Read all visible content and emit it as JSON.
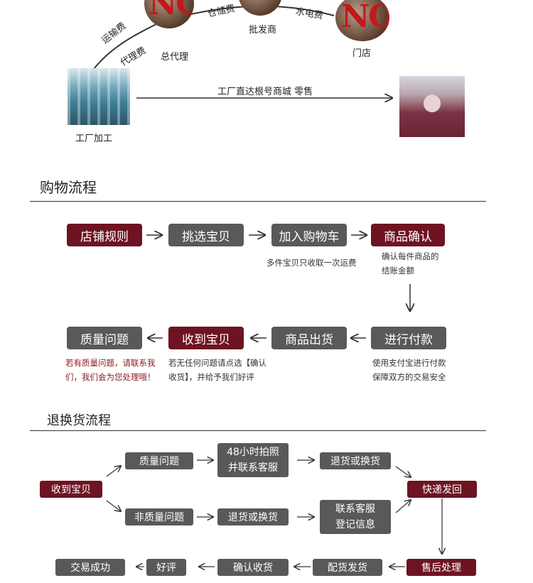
{
  "top": {
    "no_mark": "NO",
    "fees": {
      "transport": "运输费",
      "agency": "代理费",
      "storage": "仓储费",
      "utilities": "水电费"
    },
    "stages": {
      "general_agent": "总代理",
      "wholesaler": "批发商",
      "store": "门店",
      "factory": "工厂加工"
    },
    "direct_label": "工厂直达根号商城 零售"
  },
  "shopping": {
    "title": "购物流程",
    "steps": {
      "rules": "店铺规则",
      "choose": "挑选宝贝",
      "cart": "加入购物车",
      "confirm": "商品确认",
      "pay": "进行付款",
      "ship": "商品出货",
      "receive": "收到宝贝",
      "quality": "质量问题"
    },
    "notes": {
      "cart": "多件宝贝只收取一次运费",
      "confirm_1": "确认每件商品的",
      "confirm_2": "结账金额",
      "pay_1": "使用支付宝进行付款",
      "pay_2": "保障双方的交易安全",
      "receive_1": "若无任何问题请点选【确认",
      "receive_2": "收货】，并给予我们好评",
      "quality_1": "若有质量问题，请联系我",
      "quality_2": "们，我们会为您处理哦！"
    }
  },
  "returns": {
    "title": "退换货流程",
    "nodes": {
      "received": "收到宝贝",
      "quality": "质量问题",
      "photo_1": "48小时拍照",
      "photo_2": "并联系客服",
      "return_exchange_a": "退货或换货",
      "non_quality": "非质量问题",
      "return_exchange_b": "退货或换货",
      "contact_1": "联系客服",
      "contact_2": "登记信息",
      "express": "快递发回",
      "after_sales": "售后处理",
      "dispatch": "配货发货",
      "confirm_receipt": "确认收货",
      "good_review": "好评",
      "success": "交易成功"
    }
  },
  "colors": {
    "accent": "#6e1322",
    "neutral": "#595959",
    "no_mark": "#c2181b"
  }
}
